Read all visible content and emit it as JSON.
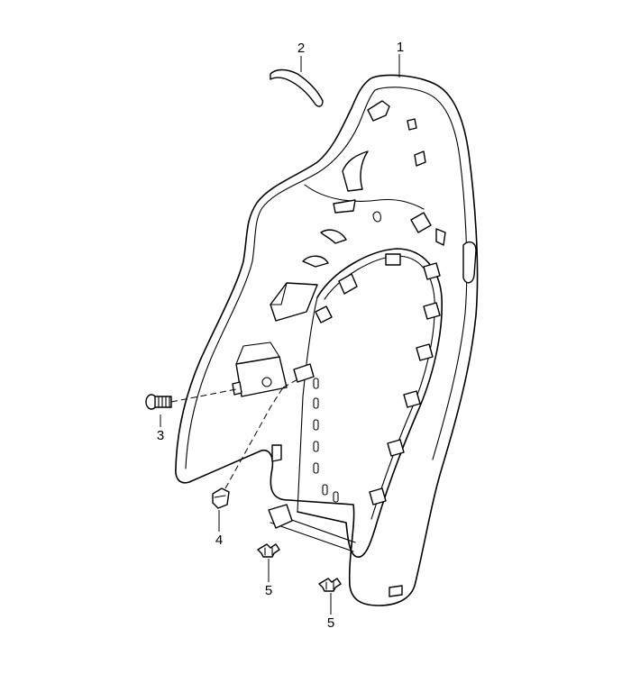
{
  "callouts": {
    "part1": "1",
    "part2": "2",
    "part3": "3",
    "part4": "4",
    "part5a": "5",
    "part5b": "5"
  },
  "colors": {
    "line": "#000000",
    "background": "#ffffff"
  }
}
